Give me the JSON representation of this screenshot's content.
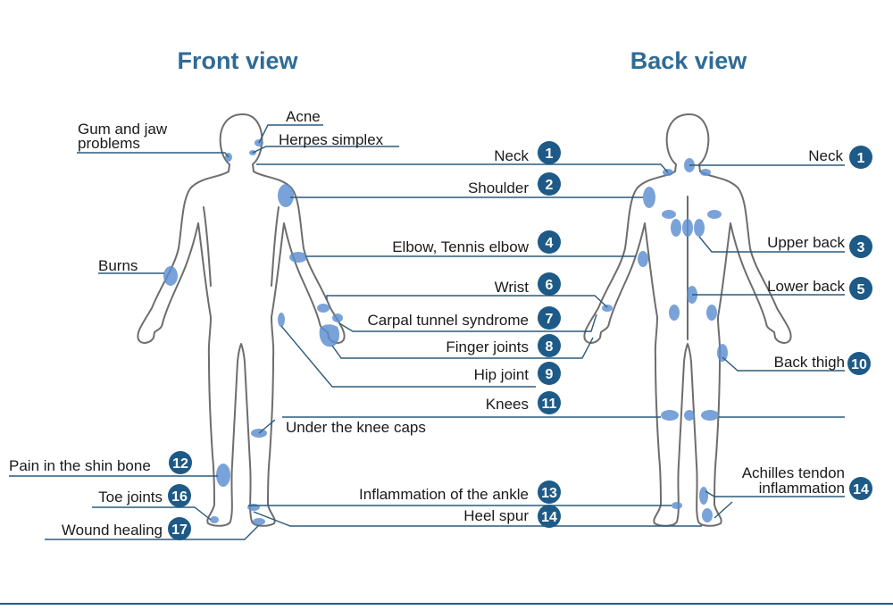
{
  "titles": {
    "front": "Front view",
    "back": "Back view"
  },
  "labels": {
    "acne": "Acne",
    "herpes": "Herpes simplex",
    "gum_line1": "Gum and jaw",
    "gum_line2": "problems",
    "neck": "Neck",
    "shoulder": "Shoulder",
    "burns": "Burns",
    "elbow": "Elbow, Tennis elbow",
    "wrist": "Wrist",
    "carpal": "Carpal tunnel syndrome",
    "finger": "Finger joints",
    "hip": "Hip joint",
    "knees": "Knees",
    "under_knee": "Under the knee caps",
    "shin": "Pain in the shin bone",
    "toe": "Toe joints",
    "wound": "Wound healing",
    "ankle": "Inflammation of the ankle",
    "heel": "Heel spur",
    "neck_back": "Neck",
    "upper_back": "Upper back",
    "lower_back": "Lower back",
    "back_thigh": "Back thigh",
    "achilles_line1": "Achilles tendon",
    "achilles_line2": "inflammation"
  },
  "badges": {
    "neck": "1",
    "shoulder": "2",
    "elbow": "4",
    "wrist": "6",
    "carpal": "7",
    "finger": "8",
    "hip": "9",
    "knees": "11",
    "shin": "12",
    "toe": "16",
    "wound": "17",
    "ankle": "13",
    "heel": "14",
    "neck_back": "1",
    "upper_back": "3",
    "lower_back": "5",
    "back_thigh": "10",
    "achilles": "14"
  },
  "colors": {
    "title": "#2f6b95",
    "badge": "#1d5a87",
    "spot": "#5b8fcf",
    "leader": "#2d5a7c",
    "outline": "#6d6d6d"
  }
}
